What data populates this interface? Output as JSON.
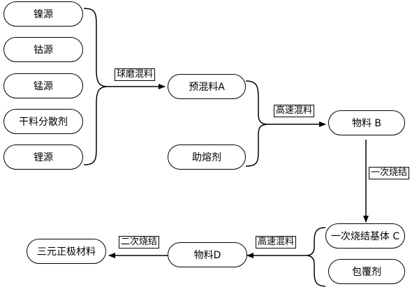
{
  "nodes": {
    "nickel_source": "镍源",
    "cobalt_source": "钴源",
    "manganese_source": "锰源",
    "dry_dispersant": "干料分散剂",
    "lithium_source": "锂源",
    "premix_a": "预混料A",
    "flux_agent": "助熔剂",
    "material_b": "物料 B",
    "primary_sintered_base_c": "一次烧结基体 C",
    "coating_agent": "包覆剂",
    "material_d": "物料D",
    "ternary_cathode": "三元正极材料"
  },
  "edge_labels": {
    "ball_mill_mixing": "球磨混料",
    "high_speed_mixing_1": "高速混料",
    "primary_sintering": "一次烧结",
    "high_speed_mixing_2": "高速混料",
    "secondary_sintering": "二次烧结"
  }
}
